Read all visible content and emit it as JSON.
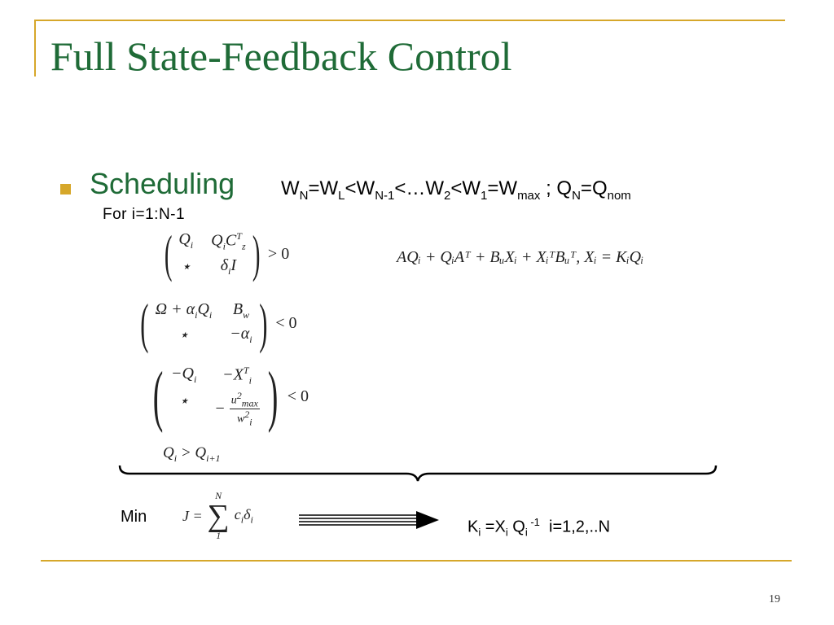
{
  "slide": {
    "title": "Full State-Feedback Control",
    "bullet_heading": "Scheduling",
    "inequality": {
      "w_n": "W",
      "w_n_sub": "N",
      "eq1": "=W",
      "w_l_sub": "L",
      "lt1": "<W",
      "w_n1_sub": "N-1",
      "dots": "<…W",
      "w2_sub": "2",
      "lt2": "<W",
      "w1_sub": "1",
      "eq2": "=W",
      "wmax_sub": "max",
      "sep": " ; Q",
      "q_n_sub": "N",
      "eq3": "=Q",
      "q_nom_sub": "nom"
    },
    "range": "For i=1:N-1",
    "lmi1": {
      "a": "Q",
      "a_sub": "i",
      "b": "Q",
      "b_sub": "i",
      "b2": "C",
      "b2_sup": "T",
      "b2_sub": "z",
      "c": "⋆",
      "d": "δ",
      "d_sub": "i",
      "d2": "I",
      "rel": "> 0"
    },
    "lmi2": {
      "a": "Ω + α",
      "a_sub": "i",
      "a2": "Q",
      "a2_sub": "i",
      "b": "B",
      "b_sub": "w",
      "c": "⋆",
      "d": "−α",
      "d_sub": "i",
      "rel": "< 0"
    },
    "lmi3": {
      "a": "−Q",
      "a_sub": "i",
      "b": "−X",
      "b_sup": "T",
      "b_sub": "i",
      "c": "⋆",
      "d_num": "u",
      "d_num_sup": "2",
      "d_num_sub": "max",
      "d_den": "w",
      "d_den_sup": "2",
      "d_den_sub": "i",
      "rel": "< 0"
    },
    "lyapunov": "AQᵢ + QᵢAᵀ + BᵤXᵢ + XᵢᵀBᵤᵀ, Xᵢ = KᵢQᵢ",
    "q_order": {
      "q": "Q",
      "sub1": "i",
      "gt": " > Q",
      "sub2": "i+1"
    },
    "min_label": "Min",
    "cost": {
      "lhs": "J =",
      "upper": "N",
      "lower": "1",
      "term": "c",
      "term_sub": "i",
      "term2": "δ",
      "term2_sub": "i"
    },
    "gain": {
      "k": "K",
      "k_sub": "i",
      "eq": " =X",
      "x_sub": "i",
      "q": " Q",
      "q_sub": "i",
      "inv": " -1",
      "range": "  i=1,2,..N"
    },
    "page_number": "19"
  },
  "colors": {
    "title": "#1f6b37",
    "accent": "#d6a72a"
  }
}
